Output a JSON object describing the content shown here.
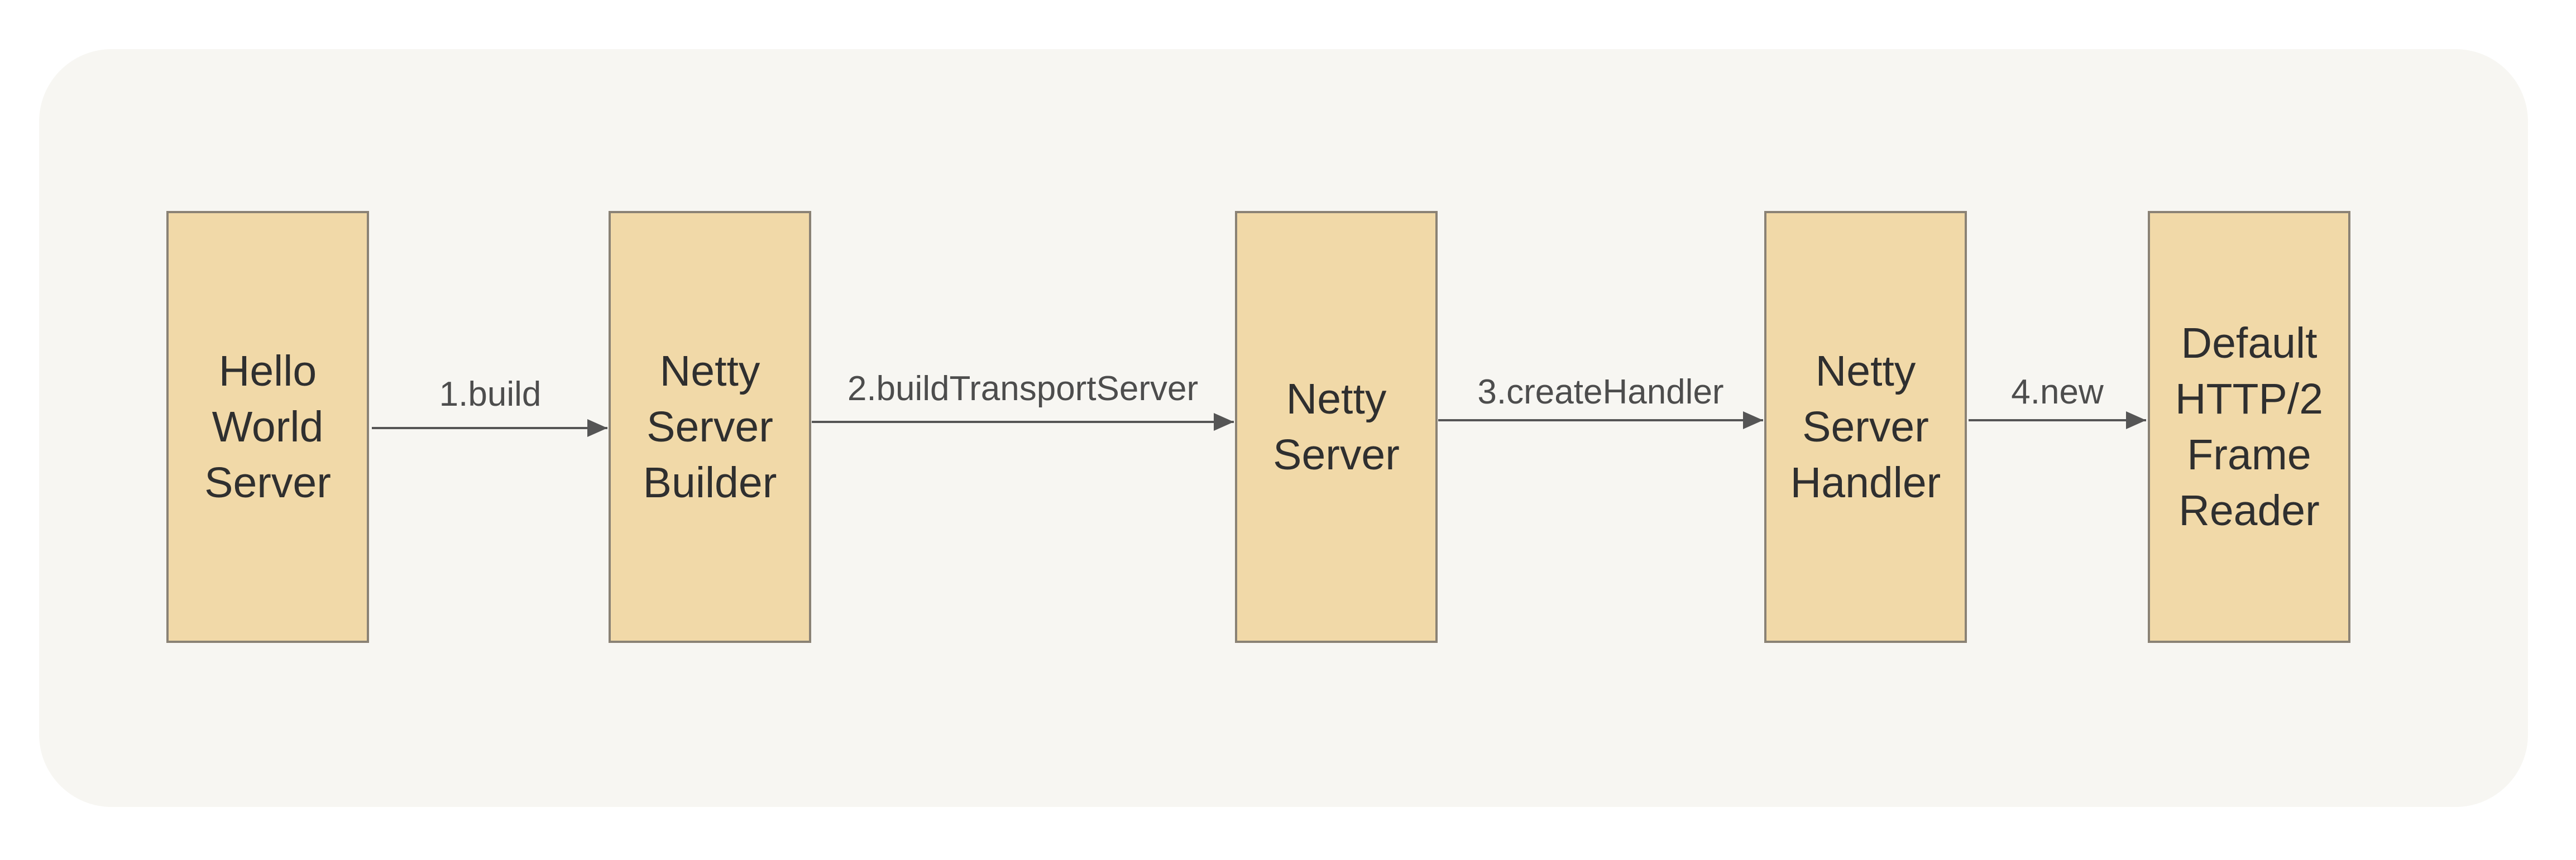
{
  "nodes": [
    {
      "id": "hello-world-server",
      "label": "Hello\nWorld\nServer"
    },
    {
      "id": "netty-server-builder",
      "label": "Netty\nServer\nBuilder"
    },
    {
      "id": "netty-server",
      "label": "Netty\nServer"
    },
    {
      "id": "netty-server-handler",
      "label": "Netty\nServer\nHandler"
    },
    {
      "id": "default-http2-frame-reader",
      "label": "Default\nHTTP/2\nFrame\nReader"
    }
  ],
  "edges": [
    {
      "from": "hello-world-server",
      "to": "netty-server-builder",
      "label": "1.build"
    },
    {
      "from": "netty-server-builder",
      "to": "netty-server",
      "label": "2.buildTransportServer"
    },
    {
      "from": "netty-server",
      "to": "netty-server-handler",
      "label": "3.createHandler"
    },
    {
      "from": "netty-server-handler",
      "to": "default-http2-frame-reader",
      "label": "4.new"
    }
  ],
  "colors": {
    "canvas_background": "#f7f6f2",
    "node_fill": "#f1d9a8",
    "node_border": "#8a8275",
    "text": "#2f2f2f",
    "edge": "#555555"
  }
}
